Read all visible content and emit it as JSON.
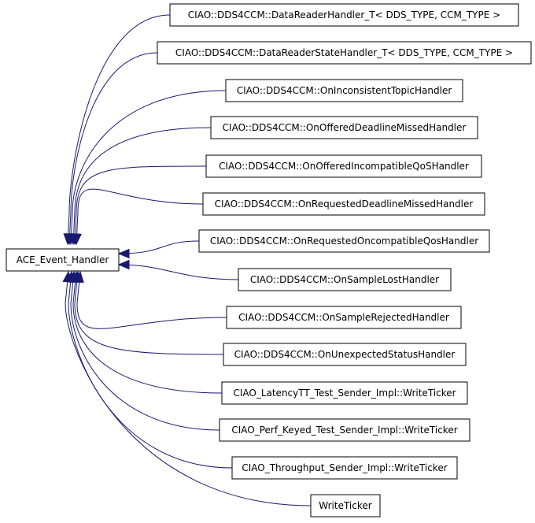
{
  "diagram": {
    "base_class": "ACE_Event_Handler",
    "derived_classes": [
      "CIAO::DDS4CCM::DataReaderHandler_T< DDS_TYPE, CCM_TYPE >",
      "CIAO::DDS4CCM::DataReaderStateHandler_T< DDS_TYPE, CCM_TYPE >",
      "CIAO::DDS4CCM::OnInconsistentTopicHandler",
      "CIAO::DDS4CCM::OnOfferedDeadlineMissedHandler",
      "CIAO::DDS4CCM::OnOfferedIncompatibleQoSHandler",
      "CIAO::DDS4CCM::OnRequestedDeadlineMissedHandler",
      "CIAO::DDS4CCM::OnRequestedOncompatibleQosHandler",
      "CIAO::DDS4CCM::OnSampleLostHandler",
      "CIAO::DDS4CCM::OnSampleRejectedHandler",
      "CIAO::DDS4CCM::OnUnexpectedStatusHandler",
      "CIAO_LatencyTT_Test_Sender_Impl::WriteTicker",
      "CIAO_Perf_Keyed_Test_Sender_Impl::WriteTicker",
      "CIAO_Throughput_Sender_Impl::WriteTicker",
      "WriteTicker"
    ],
    "colors": {
      "edge": "#191970",
      "box_border": "#000000",
      "box_fill": "#ffffff",
      "text": "#000000"
    }
  }
}
